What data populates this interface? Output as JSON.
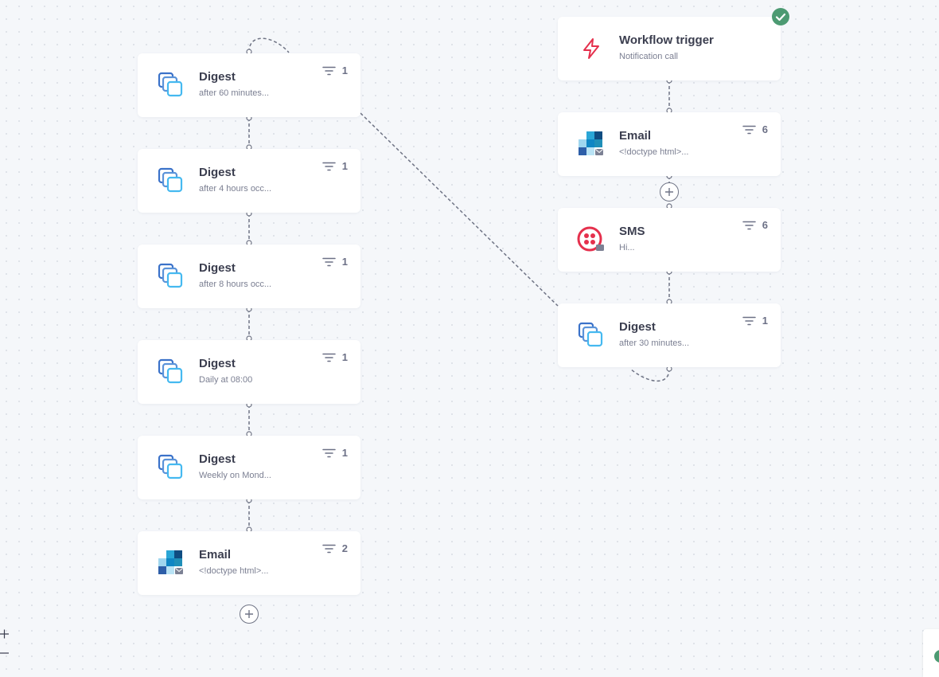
{
  "nodes": [
    {
      "id": "trigger",
      "title": "Workflow trigger",
      "subtitle": "Notification call",
      "icon": "lightning-icon"
    },
    {
      "id": "email1",
      "title": "Email",
      "subtitle": "<!doctype html>...",
      "icon": "email-provider-icon",
      "filter_count": "6"
    },
    {
      "id": "sms1",
      "title": "SMS",
      "subtitle": "Hi...",
      "icon": "twilio-sms-icon",
      "filter_count": "6"
    },
    {
      "id": "digest1",
      "title": "Digest",
      "subtitle": "after 30 minutes...",
      "icon": "digest-icon",
      "filter_count": "1"
    },
    {
      "id": "digest2",
      "title": "Digest",
      "subtitle": "after 60 minutes...",
      "icon": "digest-icon",
      "filter_count": "1"
    },
    {
      "id": "digest3",
      "title": "Digest",
      "subtitle": "after 4 hours occ...",
      "icon": "digest-icon",
      "filter_count": "1"
    },
    {
      "id": "digest4",
      "title": "Digest",
      "subtitle": "after 8 hours occ...",
      "icon": "digest-icon",
      "filter_count": "1"
    },
    {
      "id": "digest5",
      "title": "Digest",
      "subtitle": "Daily at 08:00",
      "icon": "digest-icon",
      "filter_count": "1"
    },
    {
      "id": "digest6",
      "title": "Digest",
      "subtitle": "Weekly on Mond...",
      "icon": "digest-icon",
      "filter_count": "1"
    },
    {
      "id": "email2",
      "title": "Email",
      "subtitle": "<!doctype html>...",
      "icon": "email-provider-icon",
      "filter_count": "2"
    }
  ],
  "zoom": {
    "in_label": "+",
    "out_label": "−"
  },
  "colors": {
    "canvas_bg": "#f5f7fa",
    "edge": "#6f7485",
    "trigger_accent": "#e5304d",
    "digest_dark": "#3b72c9",
    "digest_light": "#45b9f0",
    "success": "#4c9a72",
    "twilio": "#e5304d"
  }
}
